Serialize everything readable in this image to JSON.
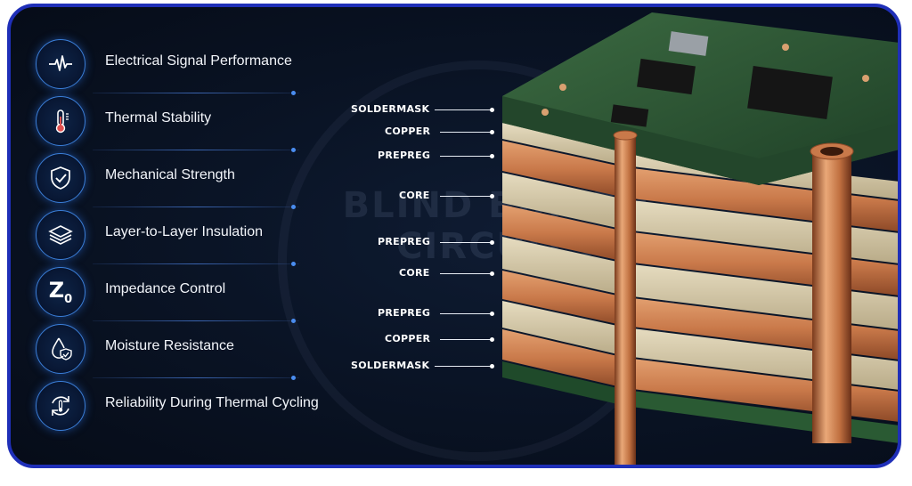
{
  "features": [
    {
      "label": "Electrical Signal Performance",
      "icon": "waveform-icon"
    },
    {
      "label": "Thermal Stability",
      "icon": "thermometer-icon"
    },
    {
      "label": "Mechanical Strength",
      "icon": "shield-check-icon"
    },
    {
      "label": "Layer-to-Layer Insulation",
      "icon": "layers-icon"
    },
    {
      "label": "Impedance Control",
      "icon": "impedance-icon",
      "symbol": "Z",
      "subscript": "0"
    },
    {
      "label": "Moisture Resistance",
      "icon": "water-drop-shield-icon"
    },
    {
      "label": "Reliability During Thermal Cycling",
      "icon": "thermal-cycle-icon"
    }
  ],
  "layers": [
    {
      "label": "SOLDERMASK"
    },
    {
      "label": "COPPER"
    },
    {
      "label": "PREPREG"
    },
    {
      "label": "CORE"
    },
    {
      "label": "PREPREG"
    },
    {
      "label": "CORE"
    },
    {
      "label": "PREPREG"
    },
    {
      "label": "COPPER"
    },
    {
      "label": "SOLDERMASK"
    }
  ],
  "watermark": {
    "line1": "BLIND BURIED",
    "line2": "CIRCUITS"
  },
  "colors": {
    "frame": "#1f2fb8",
    "accent": "#3b7fd9",
    "copper": "#c9794a",
    "pcb_green": "#2f5a35",
    "core": "#d8ccae"
  }
}
